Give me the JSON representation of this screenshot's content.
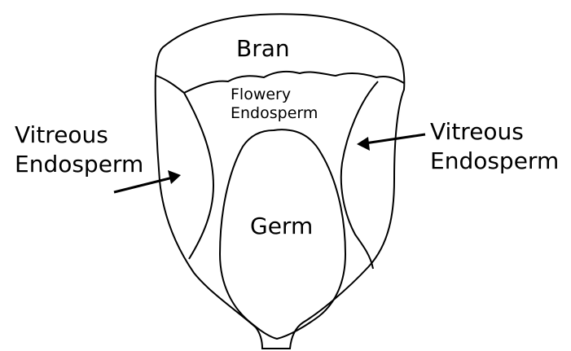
{
  "diagram": {
    "labels": {
      "bran": "Bran",
      "flowery_endosperm_line1": "Flowery",
      "flowery_endosperm_line2": "Endosperm",
      "germ": "Germ",
      "vitreous_left_line1": "Vitreous",
      "vitreous_left_line2": "Endosperm",
      "vitreous_right_line1": "Vitreous",
      "vitreous_right_line2": "Endosperm"
    },
    "colors": {
      "stroke": "#000000",
      "background": "#ffffff",
      "text": "#000000"
    }
  }
}
